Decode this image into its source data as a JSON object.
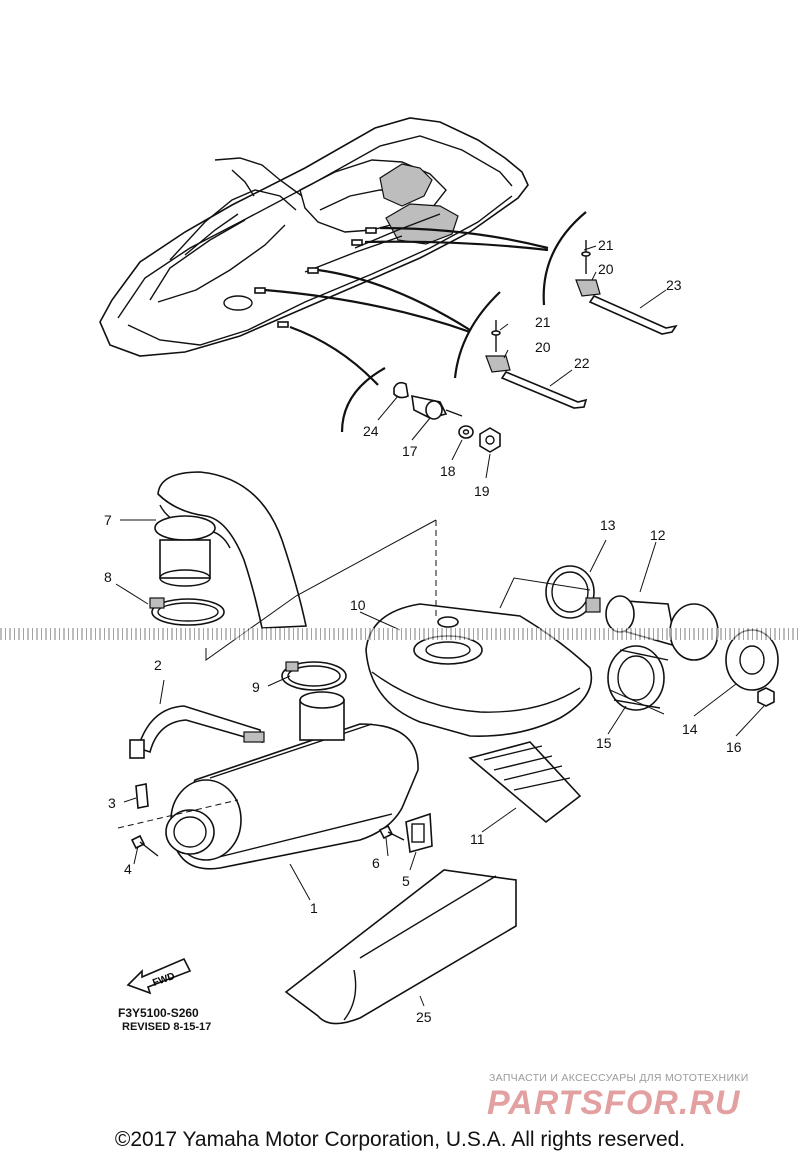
{
  "callouts": [
    "1",
    "2",
    "3",
    "4",
    "5",
    "6",
    "7",
    "8",
    "9",
    "10",
    "11",
    "12",
    "13",
    "14",
    "15",
    "16",
    "17",
    "18",
    "19",
    "20",
    "21",
    "22",
    "23",
    "24",
    "25"
  ],
  "fwd_label": "FWD",
  "reference_code": "F3Y5100-S260",
  "revised": "REVISED 8-15-17",
  "watermark": {
    "subtitle": "ЗАПЧАСТИ И АКСЕССУАРЫ ДЛЯ МОТОТЕХНИКИ",
    "brand": "PARTSFOR.RU",
    "color": "#e3a0a0"
  },
  "copyright": "©2017 Yamaha Motor Corporation, U.S.A. All rights reserved."
}
